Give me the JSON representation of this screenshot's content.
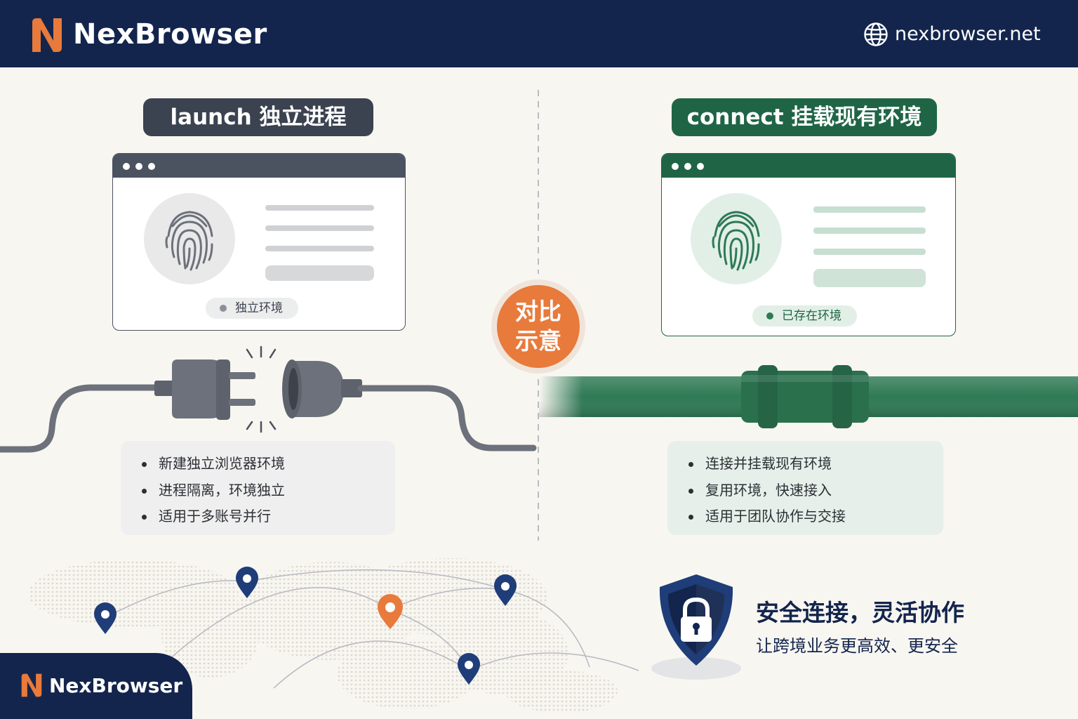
{
  "header": {
    "brand_name": "NexBrowser",
    "site_url": "nexbrowser.net"
  },
  "left_panel": {
    "title": "launch 独立进程",
    "badge": "独立环境",
    "bullets": [
      "新建独立浏览器环境",
      "进程隔离，环境独立",
      "适用于多账号并行"
    ]
  },
  "right_panel": {
    "title": "connect 挂载现有环境",
    "badge": "已存在环境",
    "bullets": [
      "连接并挂载现有环境",
      "复用环境，快速接入",
      "适用于团队协作与交接"
    ]
  },
  "compare_badge": {
    "line1": "对比",
    "line2": "示意"
  },
  "security": {
    "title": "安全连接，灵活协作",
    "subtitle": "让跨境业务更高效、更安全"
  },
  "footer": {
    "brand_name": "NexBrowser"
  },
  "colors": {
    "navy": "#13254d",
    "orange": "#e87a3b",
    "green": "#1f6545",
    "slate": "#3b4250",
    "background": "#f8f6f1"
  },
  "icons": [
    "brand-logo-icon",
    "globe-icon",
    "fingerprint-icon",
    "plug-icon",
    "socket-icon",
    "pipe-icon",
    "location-pin-icon",
    "shield-lock-icon",
    "world-map-icon"
  ]
}
